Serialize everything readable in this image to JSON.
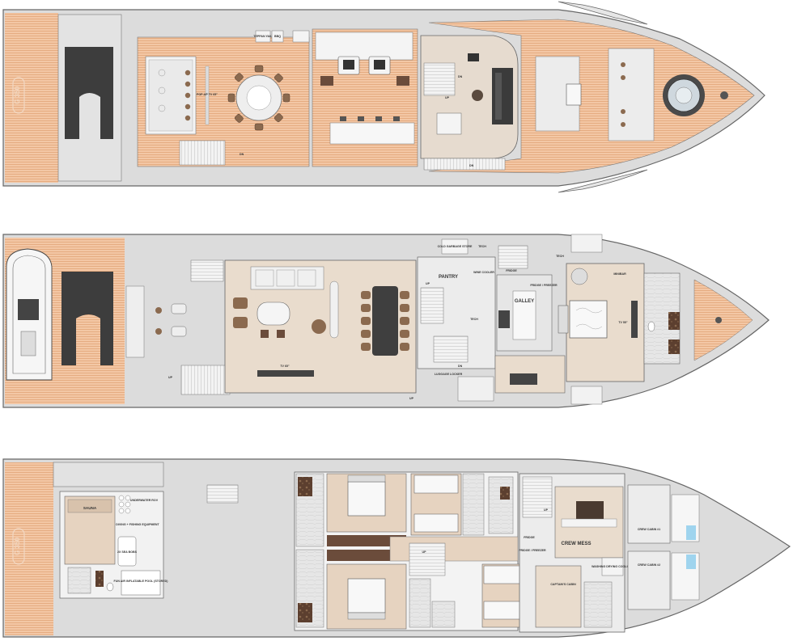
{
  "colors": {
    "teak": "#f3c7a5",
    "teak_line": "#e7ab7d",
    "hull": "#d9d9d9",
    "hull_stroke": "#6e6e6e",
    "interior": "#e9dccd",
    "interior_light": "#f1ebe4",
    "floor_grey": "#e4e4e4",
    "dark": "#3b3b3b",
    "wood": "#6b4c3b",
    "marble": "#e8e8e8",
    "cabin_floor": "#e6d3c0",
    "line": "#777777"
  },
  "logos": [
    "G 350",
    "G 350"
  ],
  "upper_deck": {
    "labels": {
      "teppan_yaki": "TEPPAN YAKI",
      "bbq": "BBQ",
      "popup_tv": "POP-UP TV 65\"",
      "dn_stair_aft": "DN",
      "dn_stair_wheelhouse": "DN",
      "up_stair_wheelhouse": "UP",
      "dn_stair_side": "DN"
    },
    "icons": [
      "dining-table-icon",
      "sunbed-icon",
      "jacuzzi-icon",
      "helm-console-icon"
    ]
  },
  "main_deck": {
    "labels": {
      "cold_garbage_store": "COLD GARBAGE STORE",
      "tech_top": "TECH",
      "tech_fwd": "TECH",
      "wine_cooler": "WINE COOLER",
      "fridge_top": "FRIDGE",
      "pantry": "PANTRY",
      "galley": "GALLEY",
      "fridge_freezer": "FRIDGE / FREEZER",
      "minibar": "MINIBAR",
      "tv_owner": "TV 55\"",
      "tv_salon": "TV 65\"",
      "tech_mid": "TECH",
      "luggage_locker": "LUGGAGE LOCKER",
      "up_pantry": "UP",
      "dn_galley": "DN",
      "dn_mid": "DN",
      "up_aft": "UP",
      "up_side": "UP"
    },
    "icons": [
      "tender-icon",
      "sofa-icon",
      "dining-table-icon",
      "double-bed-icon",
      "bathroom-icon"
    ]
  },
  "lower_deck": {
    "labels": {
      "sauna": "SAUNA",
      "underwater_rov": "UNDERWATER ROV",
      "diving_fishing": "DIVING + FISHING EQUIPMENT",
      "sea_bobs": "2X SEA BOBS",
      "fun_air_pool": "FUN AIR INFLATABLE POOL (STORED)",
      "up_guest": "UP",
      "up_crew": "UP",
      "fridge": "FRIDGE",
      "fridge_freezer": "FRIDGE / FREEZER",
      "crew_mess": "CREW MESS",
      "washing_drying": "WASHING DRYING COOLING",
      "captains_cabin": "CAPTAIN'S CABIN",
      "crew_cabin_1": "CREW CABIN #1",
      "crew_cabin_2": "CREW CABIN #2"
    },
    "icons": [
      "double-bed-icon",
      "twin-bed-icon",
      "bathroom-icon"
    ]
  }
}
